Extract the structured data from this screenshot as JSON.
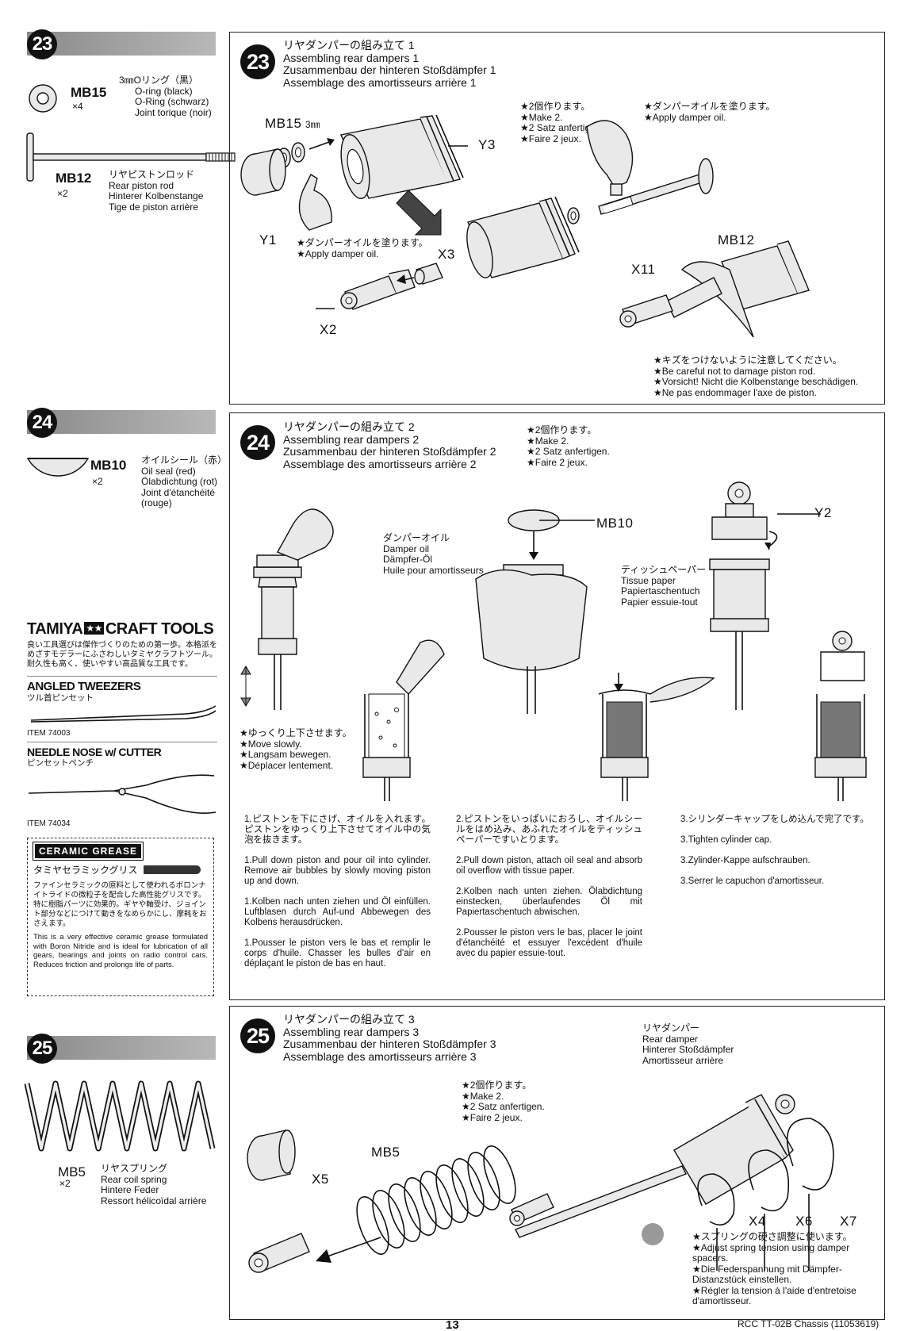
{
  "steps": [
    {
      "number": "23",
      "parts": [
        {
          "code": "MB15",
          "qty": "×4",
          "lines": [
            "3㎜Oリング（黒）",
            "O-ring (black)",
            "O-Ring (schwarz)",
            "Joint torique (noir)"
          ]
        },
        {
          "code": "MB12",
          "qty": "×2",
          "lines": [
            "リヤピストンロッド",
            "Rear piston rod",
            "Hinterer Kolbenstange",
            "Tige de piston arrière"
          ]
        }
      ],
      "title": [
        "リヤダンパーの組み立て 1",
        "Assembling rear dampers 1",
        "Zusammenbau der hinteren Stoßdämpfer 1",
        "Assemblage des amortisseurs arrière 1"
      ],
      "labels": {
        "mb15": "MB15",
        "mb15_size": "3㎜",
        "y3": "Y3",
        "y1": "Y1",
        "x3": "X3",
        "x2": "X2",
        "x11": "X11",
        "mb12": "MB12"
      },
      "notes": {
        "make": [
          "★2個作ります。",
          "★Make 2.",
          "★2 Satz anfertigen.",
          "★Faire 2 jeux."
        ],
        "oil_top": [
          "★ダンパーオイルを塗ります。",
          "★Apply damper oil."
        ],
        "oil_left": [
          "★ダンパーオイルを塗ります。",
          "★Apply damper oil."
        ],
        "careful": [
          "★キズをつけないように注意してください。",
          "★Be careful not to damage piston rod.",
          "★Vorsicht! Nicht die Kolbenstange beschädigen.",
          "★Ne pas endommager l'axe de piston."
        ]
      }
    },
    {
      "number": "24",
      "parts": [
        {
          "code": "MB10",
          "qty": "×2",
          "lines": [
            "オイルシール（赤）",
            "Oil seal (red)",
            "Ölabdichtung (rot)",
            "Joint d'étanchéité",
            "(rouge)"
          ]
        }
      ],
      "title": [
        "リヤダンパーの組み立て 2",
        "Assembling rear dampers 2",
        "Zusammenbau der hinteren Stoßdämpfer 2",
        "Assemblage des amortisseurs arrière 2"
      ],
      "make": [
        "★2個作ります。",
        "★Make 2.",
        "★2 Satz anfertigen.",
        "★Faire 2 jeux."
      ],
      "labels": {
        "mb10": "MB10",
        "y2": "Y2"
      },
      "damper_oil": [
        "ダンパーオイル",
        "Damper oil",
        "Dämpfer-Öl",
        "Huile pour amortisseurs"
      ],
      "tissue": [
        "ティッシュペーパー",
        "Tissue paper",
        "Papiertaschentuch",
        "Papier essuie-tout"
      ],
      "slowly": [
        "★ゆっくり上下させます。",
        "★Move slowly.",
        "★Langsam bewegen.",
        "★Déplacer lentement."
      ],
      "instructions": [
        [
          "1.ピストンを下にさげ、オイルを入れます。ピストンをゆっくり上下させてオイル中の気泡を抜きます。",
          "1.Pull down piston and pour oil into cylinder. Remove air bubbles by slowly moving piston up and down.",
          "1.Kolben nach unten ziehen und Öl einfüllen. Luftblasen durch Auf-und Abbewegen des Kolbens herausdrücken.",
          "1.Pousser le piston vers le bas et remplir le corps d'huile. Chasser les bulles d'air en déplaçant le piston de bas en haut."
        ],
        [
          "2.ピストンをいっぱいにおろし、オイルシールをはめ込み、あふれたオイルをティッシュペーパーですいとります。",
          "2.Pull down piston, attach oil seal and absorb oil overflow with tissue paper.",
          "2.Kolben nach unten ziehen. Ölabdichtung einstecken, überlaufendes Öl mit Papiertaschentuch abwischen.",
          "2.Pousser le piston vers le bas, placer le joint d'étanchéité et essuyer l'excédent d'huile avec du papier essuie-tout."
        ],
        [
          "3.シリンダーキャップをしめ込んで完了です。",
          "3.Tighten cylinder cap.",
          "3.Zylinder-Kappe aufschrauben.",
          "3.Serrer le capuchon d'amortisseur."
        ]
      ]
    },
    {
      "number": "25",
      "parts": [
        {
          "code": "MB5",
          "qty": "×2",
          "lines": [
            "リヤスプリング",
            "Rear coil spring",
            "Hintere Feder",
            "Ressort hélicoïdal arrière"
          ]
        }
      ],
      "title": [
        "リヤダンパーの組み立て 3",
        "Assembling rear dampers 3",
        "Zusammenbau der hinteren Stoßdämpfer 3",
        "Assemblage des amortisseurs arrière 3"
      ],
      "make": [
        "★2個作ります。",
        "★Make 2.",
        "★2 Satz anfertigen.",
        "★Faire 2 jeux."
      ],
      "rear_damper": [
        "リヤダンパー",
        "Rear damper",
        "Hinterer Stoßdämpfer",
        "Amortisseur arrière"
      ],
      "labels": {
        "mb5": "MB5",
        "x5": "X5",
        "x4": "X4",
        "x6": "X6",
        "x7": "X7"
      },
      "adjust": [
        "★スプリングの硬さ調整に使います。",
        "★Adjust spring tension using damper spacers.",
        "★Die Federspannung mit Dämpfer-Distanzstück einstellen.",
        "★Régler la tension à l'aide d'entretoise d'amortisseur."
      ]
    }
  ],
  "ad": {
    "brand": "TAMIYA",
    "brand2": "CRAFT TOOLS",
    "tagline": "良い工具選びは傑作づくりのための第一歩。本格派をめざすモデラーにふさわしいタミヤクラフトツール。耐久性も高く、使いやすい高品質な工具です。",
    "tools": [
      {
        "name": "ANGLED TWEEZERS",
        "jp": "ツル首ピンセット",
        "item": "ITEM 74003"
      },
      {
        "name": "NEEDLE NOSE w/ CUTTER",
        "jp": "ピンセットペンチ",
        "item": "ITEM 74034"
      }
    ],
    "grease_logo": "CERAMIC GREASE",
    "grease_jp": "タミヤセラミックグリス",
    "grease_desc_jp": "ファインセラミックの原料として使われるボロンナイトライドの微粒子を配合した高性能グリスです。特に樹脂パーツに効果的。ギヤや軸受け、ジョイント部分などにつけて動きをなめらかにし、摩耗をおさえます。",
    "grease_desc_en": "This is a very effective ceramic grease formulated with Boron Nitride and is ideal for lubrication of all gears, bearings and joints on radio control cars. Reduces friction and prolongs life of parts."
  },
  "footer": {
    "page": "13",
    "model": "RCC TT-02B Chassis (11053619)"
  }
}
